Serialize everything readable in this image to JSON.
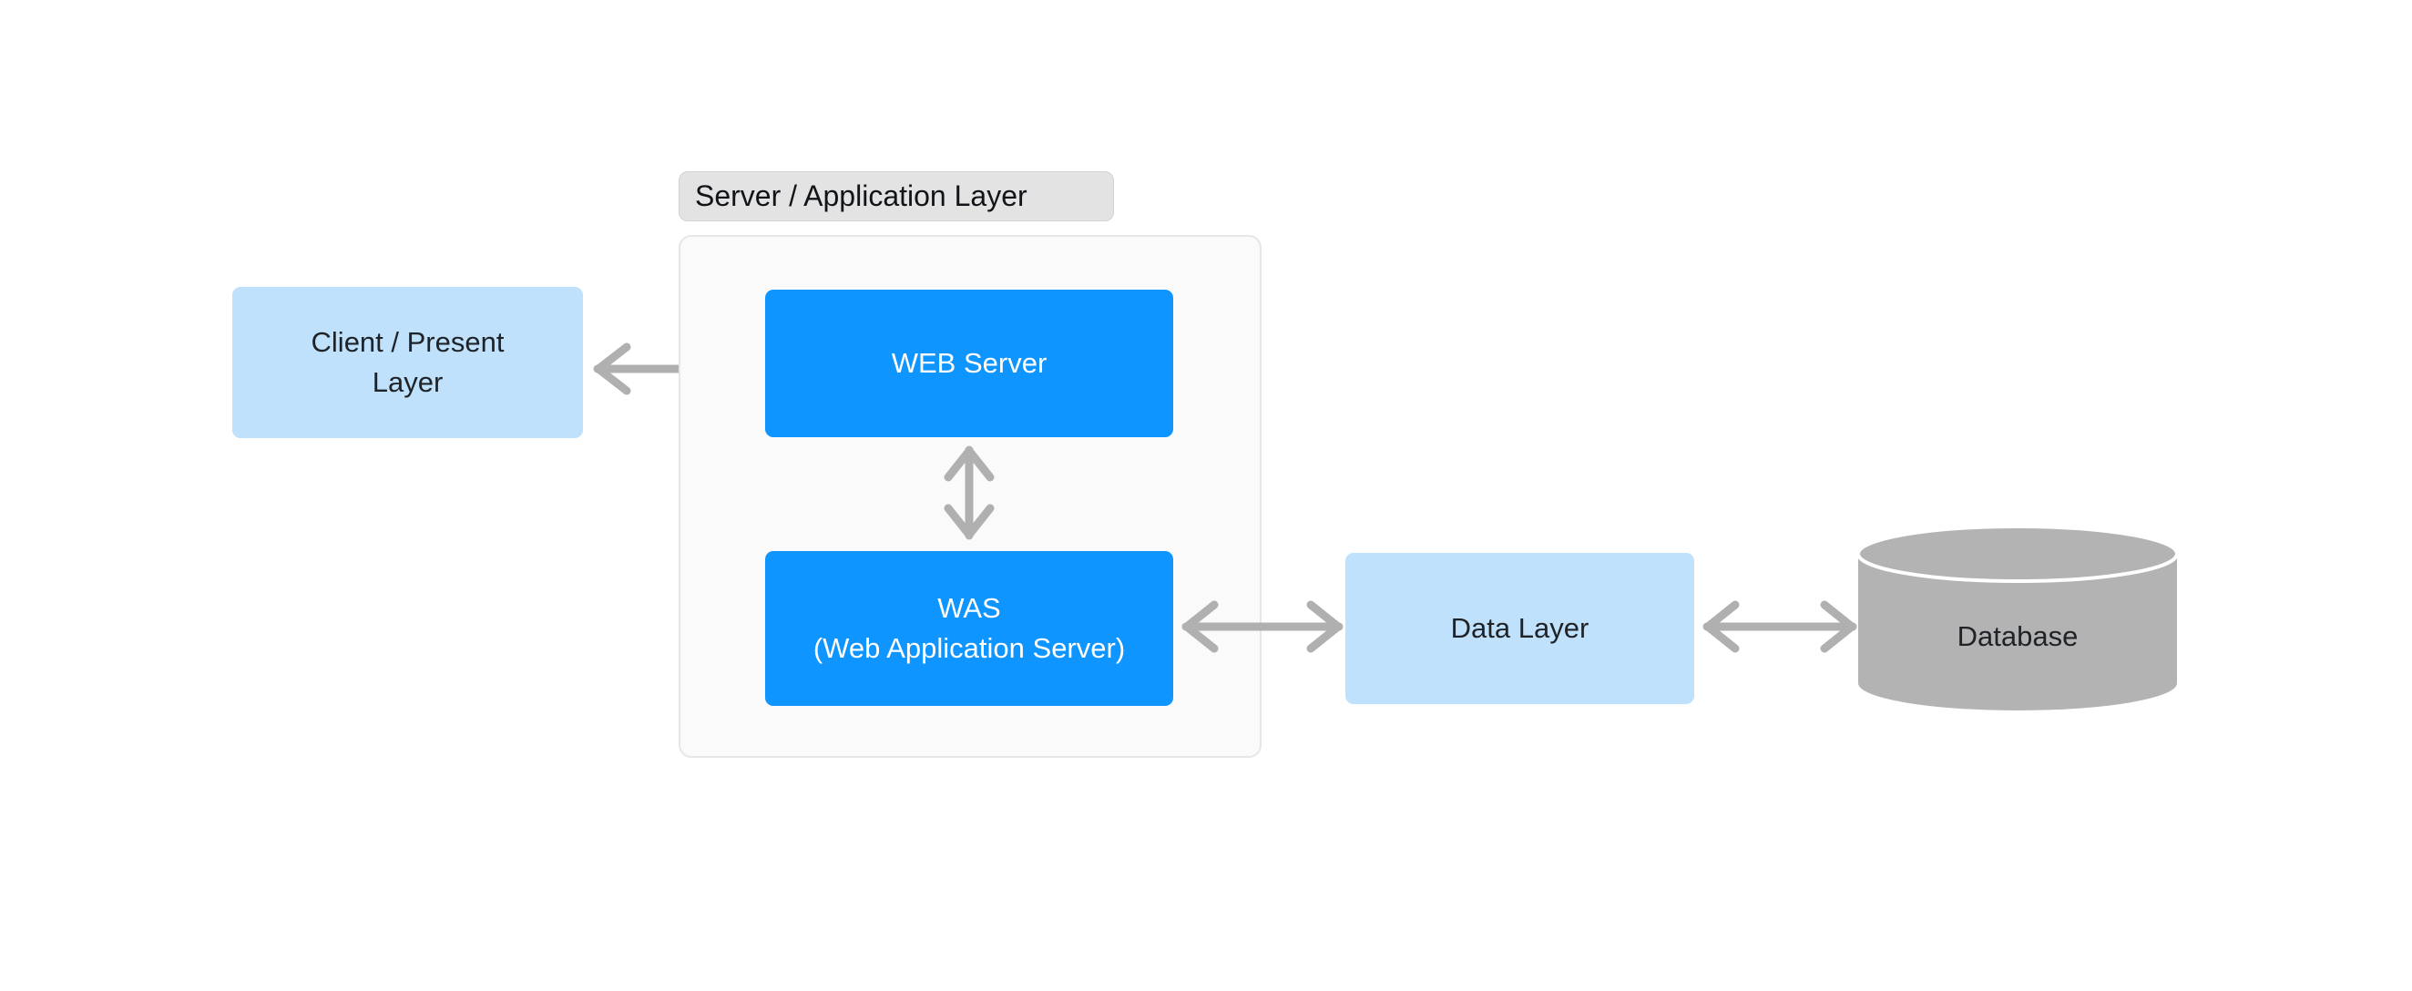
{
  "diagram": {
    "title_text_present": false,
    "background_color": "#ffffff",
    "palette": {
      "light_blue": "#bfe1fb",
      "blue": "#0f95ff",
      "gray_arrow": "#b0b0b0",
      "gray_cylinder": "#b3b3b3",
      "badge_gray": "#e3e3e3",
      "panel_fill": "#fafafa",
      "panel_border": "#e6e6e6",
      "dark_text": "#1f2328",
      "white_text": "#ffffff"
    }
  },
  "nodes": {
    "client": {
      "label_line1": "Client / Present",
      "label_line2": "Layer",
      "shape": "rounded-rectangle",
      "fill": "#bfe1fb"
    },
    "server_group": {
      "badge_label": "Server / Application Layer",
      "shape": "rounded-panel",
      "fill": "#fafafa"
    },
    "web_server": {
      "label": "WEB Server",
      "shape": "rounded-rectangle",
      "fill": "#0f95ff"
    },
    "was": {
      "label_line1": "WAS",
      "label_line2": "(Web Application Server)",
      "shape": "rounded-rectangle",
      "fill": "#0f95ff"
    },
    "data_layer": {
      "label": "Data Layer",
      "shape": "rounded-rectangle",
      "fill": "#bfe1fb"
    },
    "database": {
      "label": "Database",
      "shape": "cylinder",
      "fill": "#b3b3b3"
    }
  },
  "connectors": [
    {
      "name": "client-to-web-server",
      "from": "client",
      "to": "web_server",
      "style": "double-headed-arrow",
      "orientation": "horizontal",
      "color": "#b0b0b0"
    },
    {
      "name": "web-server-to-was",
      "from": "web_server",
      "to": "was",
      "style": "double-headed-arrow",
      "orientation": "vertical",
      "color": "#b0b0b0"
    },
    {
      "name": "was-to-data-layer",
      "from": "was",
      "to": "data_layer",
      "style": "double-headed-arrow",
      "orientation": "horizontal",
      "color": "#b0b0b0"
    },
    {
      "name": "data-layer-to-database",
      "from": "data_layer",
      "to": "database",
      "style": "double-headed-arrow",
      "orientation": "horizontal",
      "color": "#b0b0b0"
    }
  ]
}
